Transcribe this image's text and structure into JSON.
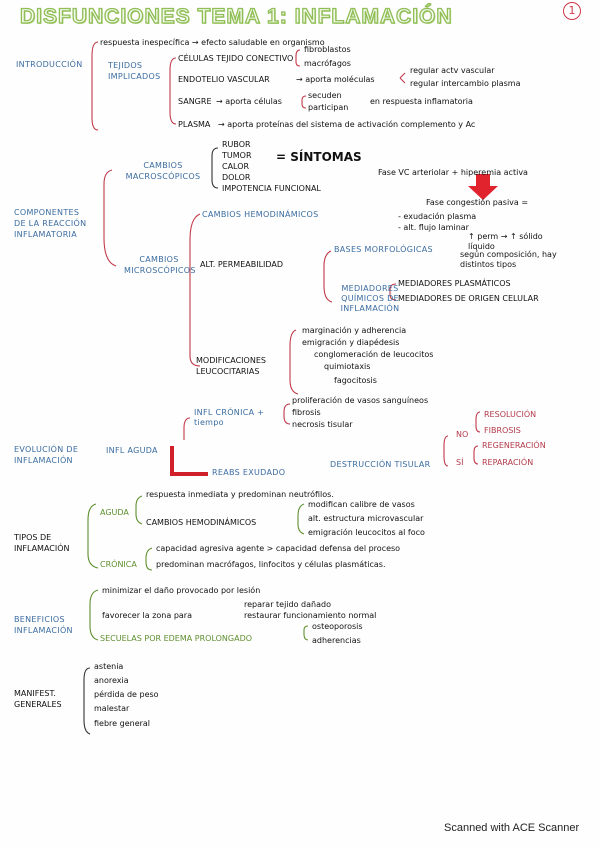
{
  "title": "DISFUNCIONES TEMA 1: INFLAMACIÓN",
  "page_number": "1",
  "sections": {
    "intro": {
      "label": "INTRODUCCIÓN",
      "response": "respuesta inespecífica → efecto saludable en organismo",
      "tejidos": "TEJIDOS IMPLICADOS",
      "celulas": "CÉLULAS TEJIDO CONECTIVO",
      "fibroblastos": "fibroblastos",
      "macrofagos": "macrófagos",
      "endotelio": "ENDOTELIO VASCULAR",
      "endotelio_note": "→ aporta moléculas",
      "regular_1": "regular actv vascular",
      "regular_2": "regular intercambio plasma",
      "sangre": "SANGRE",
      "sangre_note": "→ aporta células",
      "sangre_c1": "secuden",
      "sangre_c2": "participan",
      "sangre_resp": "en respuesta inflamatoria",
      "plasma": "PLASMA",
      "plasma_note": "→ aporta proteínas del sistema de activación complemento y Ac"
    },
    "componentes": {
      "label_1": "COMPONENTES",
      "label_2": "DE LA REACCIÓN",
      "label_3": "INFLAMATORIA",
      "macro": "CAMBIOS MACROSCÓPICOS",
      "macro_items": [
        "RUBOR",
        "TUMOR",
        "CALOR",
        "DOLOR",
        "IMPOTENCIA FUNCIONAL"
      ],
      "sintomas": "= SÍNTOMAS",
      "micro": "CAMBIOS MICROSCÓPICOS",
      "hemo": "CAMBIOS HEMODINÁMICOS",
      "fase_vc": "Fase VC arteriolar + hiperemia activa",
      "fase_cong": "Fase congestión pasiva =",
      "exud": "- exudación plasma",
      "alt_flujo": "- alt. flujo laminar",
      "perm": "↑ perm → ↑ sólido líquido",
      "alt_perm": "ALT. PERMEABILIDAD",
      "bases": "BASES MORFOLÓGICAS",
      "bases_note": "según composición, hay distintos tipos",
      "mediadores": "MEDIADORES QUÍMICOS DE INFLAMACIÓN",
      "med_plasma": "MEDIADORES PLASMÁTICOS",
      "med_cel": "MEDIADORES DE ORIGEN CELULAR",
      "modif": "MODIFICACIONES LEUCOCITARIAS",
      "leuco_items": [
        "marginación y adherencia",
        "emigración y diapédesis",
        "conglomeración de leucocitos",
        "quimiotaxis",
        "fagocitosis"
      ]
    },
    "evolucion": {
      "label": "EVOLUCIÓN DE INFLAMACIÓN",
      "aguda": "INFL AGUDA",
      "cronica": "INFL CRÓNICA + tiempo",
      "cronica_items": [
        "proliferación de vasos sanguíneos",
        "fibrosis",
        "necrosis tisular"
      ],
      "reabs": "REABS EXUDADO",
      "destruccion": "DESTRUCCIÓN TISULAR",
      "no": "NO",
      "si": "SÍ",
      "no_items": [
        "RESOLUCIÓN",
        "FIBROSIS"
      ],
      "si_items": [
        "REGENERACIÓN",
        "REPARACIÓN"
      ]
    },
    "tipos": {
      "label": "TIPOS DE INFLAMACIÓN",
      "aguda": "AGUDA",
      "aguda_resp": "respuesta inmediata y predominan neutrófilos.",
      "hemo": "CAMBIOS HEMODINÁMICOS",
      "hemo_items": [
        "modifican calibre de vasos",
        "alt. estructura microvascular",
        "emigración leucocitos al foco"
      ],
      "cronica": "CRÓNICA",
      "cronica_1": "capacidad agresiva agente > capacidad defensa del proceso",
      "cronica_2": "predominan macrófagos, linfocitos y células plasmáticas."
    },
    "beneficios": {
      "label": "BENEFICIOS INFLAMACIÓN",
      "b1": "minimizar el daño provocado por lesión",
      "b2a": "reparar tejido dañado",
      "b2b": "favorecer la zona para",
      "b2c": "restaurar funcionamiento normal",
      "secuelas": "SECUELAS POR EDEMA PROLONGADO",
      "sec_items": [
        "osteoporosis",
        "adherencias"
      ]
    },
    "manifest": {
      "label": "MANIFEST. GENERALES",
      "items": [
        "astenia",
        "anorexia",
        "pérdida de peso",
        "malestar",
        "fiebre general"
      ]
    }
  },
  "colors": {
    "title_green": "#8fbe56",
    "red": "#d03a4a",
    "blue": "#3b6ca0"
  },
  "footer": "Scanned with ACE Scanner"
}
